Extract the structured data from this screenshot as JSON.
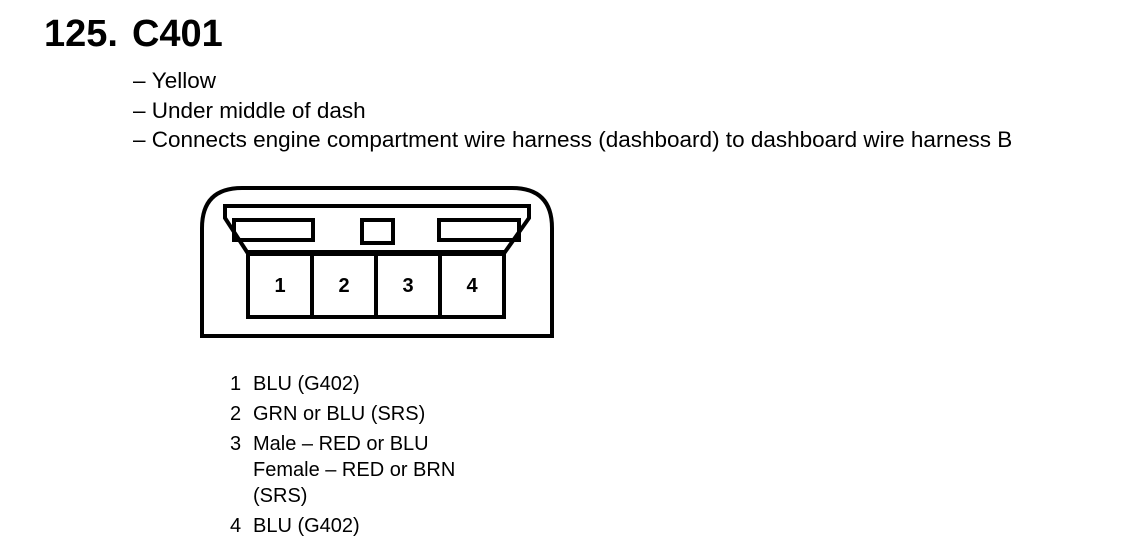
{
  "header": {
    "number": "125.",
    "code": "C401"
  },
  "description": [
    "Yellow",
    "Under middle of dash",
    "Connects engine compartment wire harness (dashboard) to dashboard wire harness B"
  ],
  "connector": {
    "pins": [
      "1",
      "2",
      "3",
      "4"
    ]
  },
  "pin_list": [
    {
      "num": "1",
      "lines": [
        "BLU (G402)"
      ]
    },
    {
      "num": "2",
      "lines": [
        "GRN or BLU (SRS)"
      ]
    },
    {
      "num": "3",
      "lines": [
        "Male – RED or BLU",
        "Female – RED or BRN",
        "(SRS)"
      ]
    },
    {
      "num": "4",
      "lines": [
        "BLU (G402)"
      ]
    }
  ]
}
